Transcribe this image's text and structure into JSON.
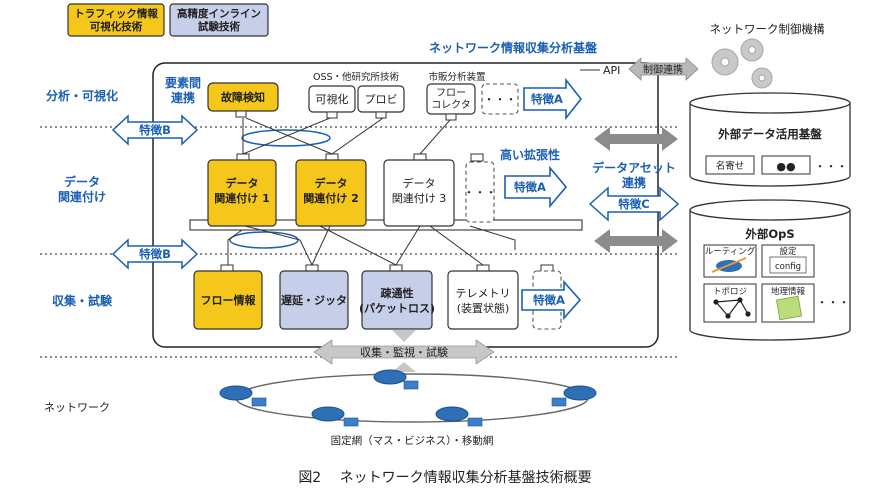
{
  "legend": {
    "traffic": "トラフィック情報\n可視化技術",
    "inline": "高精度インライン\n試験技術"
  },
  "platform_title": "ネットワーク情報収集分析基盤",
  "api_label": "API",
  "control_link": "制御連携",
  "control_org": "ネットワーク制御機構",
  "layers": {
    "analysis": "分析・可視化",
    "correlation": "データ\n関連付け",
    "collection": "収集・試験",
    "network": "ネットワーク"
  },
  "element_link": "要素間\n連携",
  "oss_label": "OSS・他研究所技術",
  "vendor_label": "市販分析装置",
  "analysis_boxes": {
    "fault": "故障検知",
    "visual": "可視化",
    "probe": "プロビ",
    "flow_collector": "フロー\nコレクタ",
    "more": "・・・"
  },
  "features": {
    "a": "特徴A",
    "b": "特徴B",
    "c": "特徴C",
    "scalability": "高い拡張性"
  },
  "correlation_boxes": {
    "c1": "データ\n関連付け 1",
    "c2": "データ\n関連付け 2",
    "c3": "データ\n関連付け 3",
    "more": "・・・"
  },
  "collection_boxes": {
    "flow": "フロー情報",
    "delay": "遅延・ジッタ",
    "sparse": "疎通性\n(パケットロス)",
    "telemetry": "テレメトリ\n(装置状態)"
  },
  "collect_arrow": "収集・監視・試験",
  "dataset_link": "データアセット\n連携",
  "external_data": {
    "title": "外部データ活用基盤",
    "item1": "名寄せ",
    "item2": "●●",
    "more": "・・・"
  },
  "external_ops": {
    "title": "外部OpS",
    "routing": "ルーティング",
    "config_title": "設定",
    "config": "config",
    "topology": "トポロジ",
    "geo": "地理情報",
    "more": "・・・"
  },
  "network_caption": "固定網（マス・ビジネス）・移動網",
  "figure_caption": "図2　 ネットワーク情報収集分析基盤技術概要",
  "colors": {
    "accent_blue": "#1a5fb4",
    "yellow": "#f5c71a",
    "lavender": "#c6cfea"
  }
}
